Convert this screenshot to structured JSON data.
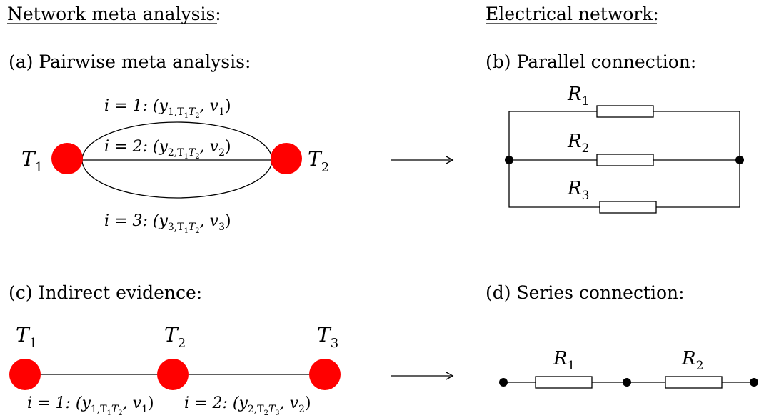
{
  "left_heading": "Network meta analysis:",
  "right_heading": "Electrical network:",
  "panels": {
    "a": {
      "caption": "(a) Pairwise meta analysis:",
      "nodes": {
        "t1": "T",
        "t1_sub": "1",
        "t2": "T",
        "t2_sub": "2"
      },
      "edges": [
        {
          "i": "i = 1: (y",
          "sub": "1,T",
          "sub2": "1",
          "mid": "T",
          "sub3": "2",
          "tail": ", v",
          "vsub": "1",
          "close": ")"
        },
        {
          "i": "i = 2: (y",
          "sub": "2,T",
          "sub2": "1",
          "mid": "T",
          "sub3": "2",
          "tail": ", v",
          "vsub": "2",
          "close": ")"
        },
        {
          "i": "i = 3: (y",
          "sub": "3,T",
          "sub2": "1",
          "mid": "T",
          "sub3": "2",
          "tail": ", v",
          "vsub": "3",
          "close": ")"
        }
      ]
    },
    "b": {
      "caption": "(b) Parallel connection:",
      "resistors": [
        {
          "r": "R",
          "sub": "1"
        },
        {
          "r": "R",
          "sub": "2"
        },
        {
          "r": "R",
          "sub": "3"
        }
      ]
    },
    "c": {
      "caption": "(c) Indirect evidence:",
      "nodes": [
        {
          "t": "T",
          "sub": "1"
        },
        {
          "t": "T",
          "sub": "2"
        },
        {
          "t": "T",
          "sub": "3"
        }
      ],
      "edges": [
        {
          "i": "i = 1: (y",
          "sub": "1,T",
          "sub2": "1",
          "mid": "T",
          "sub3": "2",
          "tail": ", v",
          "vsub": "1",
          "close": ")"
        },
        {
          "i": "i = 2: (y",
          "sub": "2,T",
          "sub2": "2",
          "mid": "T",
          "sub3": "3",
          "tail": ", v",
          "vsub": "2",
          "close": ")"
        }
      ]
    },
    "d": {
      "caption": "(d) Series connection:",
      "resistors": [
        {
          "r": "R",
          "sub": "1"
        },
        {
          "r": "R",
          "sub": "2"
        }
      ]
    }
  }
}
